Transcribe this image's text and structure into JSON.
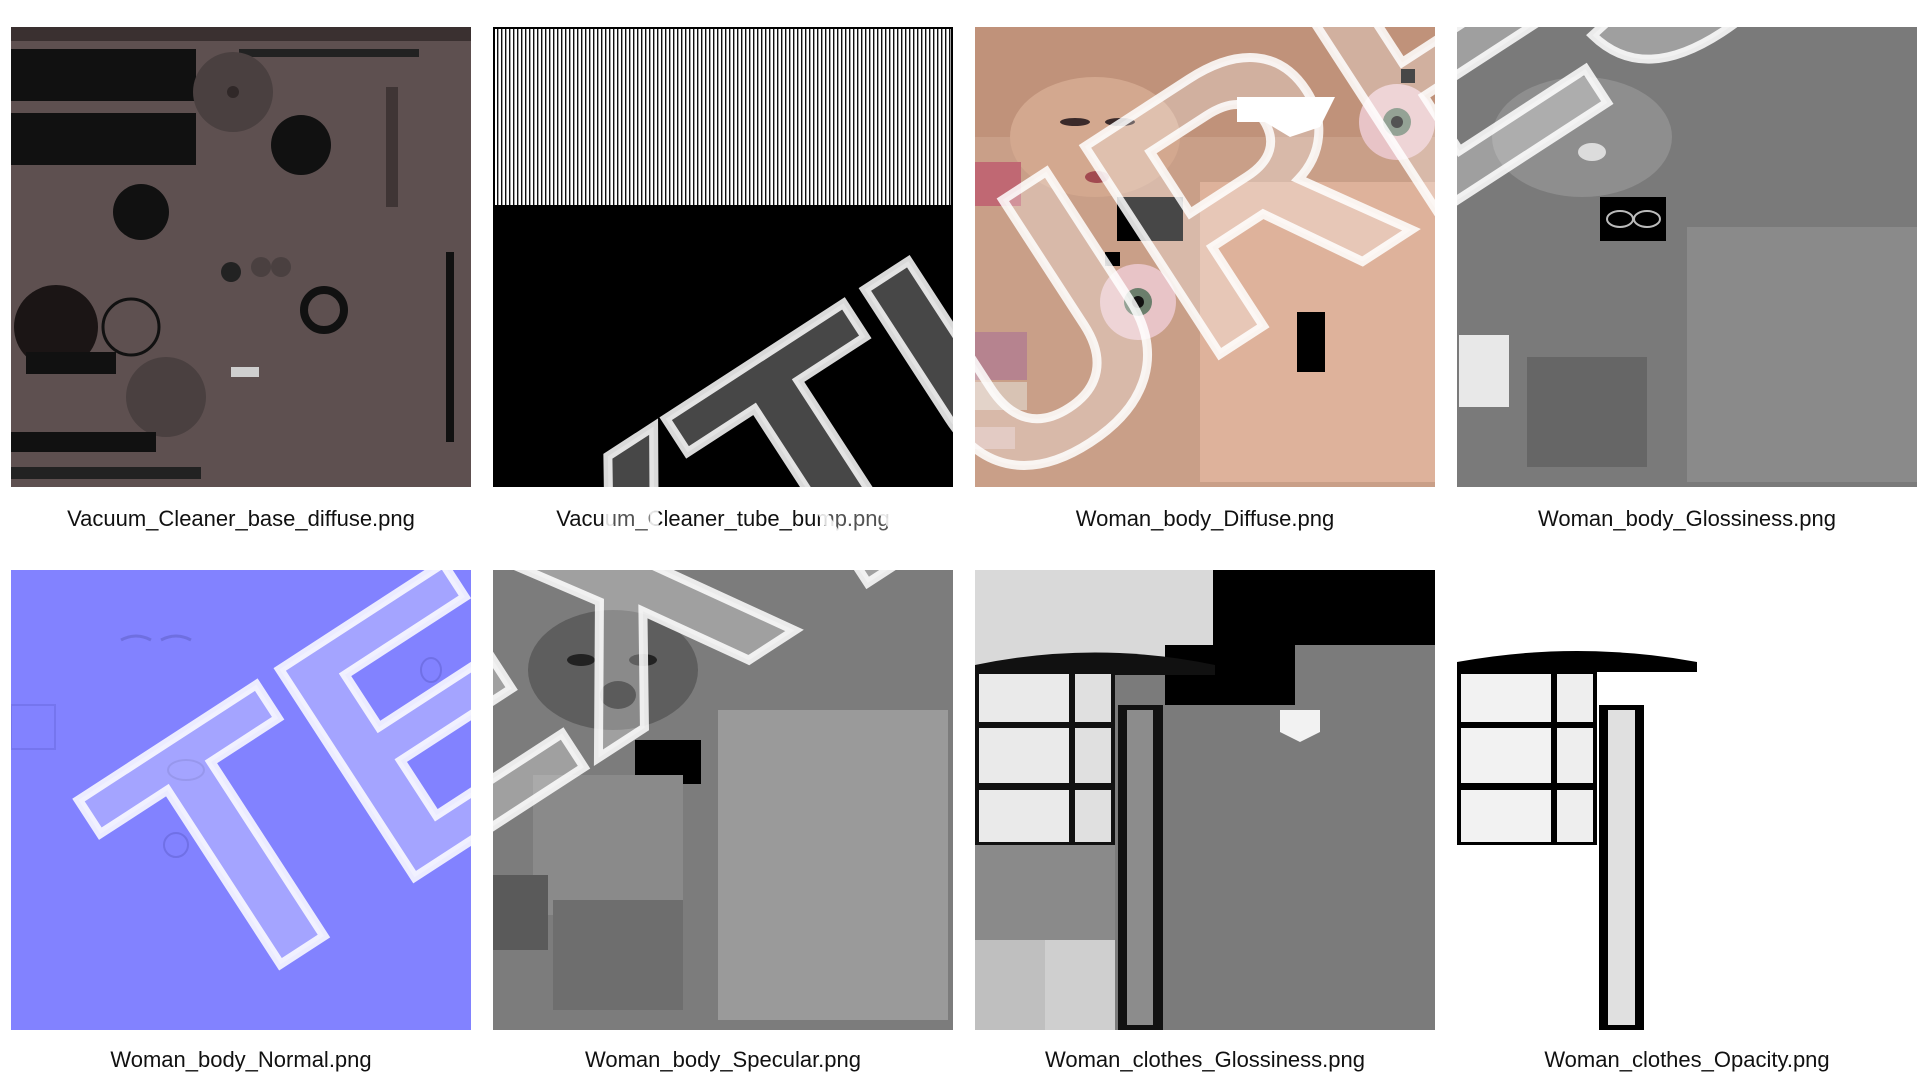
{
  "watermark": {
    "text": "TEXTURES"
  },
  "textures": [
    {
      "filename": "Vacuum_Cleaner_base_diffuse.png"
    },
    {
      "filename": "Vacuum_Cleaner_tube_bump.png"
    },
    {
      "filename": "Woman_body_Diffuse.png"
    },
    {
      "filename": "Woman_body_Glossiness.png"
    },
    {
      "filename": "Woman_body_Normal.png"
    },
    {
      "filename": "Woman_body_Specular.png"
    },
    {
      "filename": "Woman_clothes_Glossiness.png"
    },
    {
      "filename": "Woman_clothes_Opacity.png"
    }
  ]
}
